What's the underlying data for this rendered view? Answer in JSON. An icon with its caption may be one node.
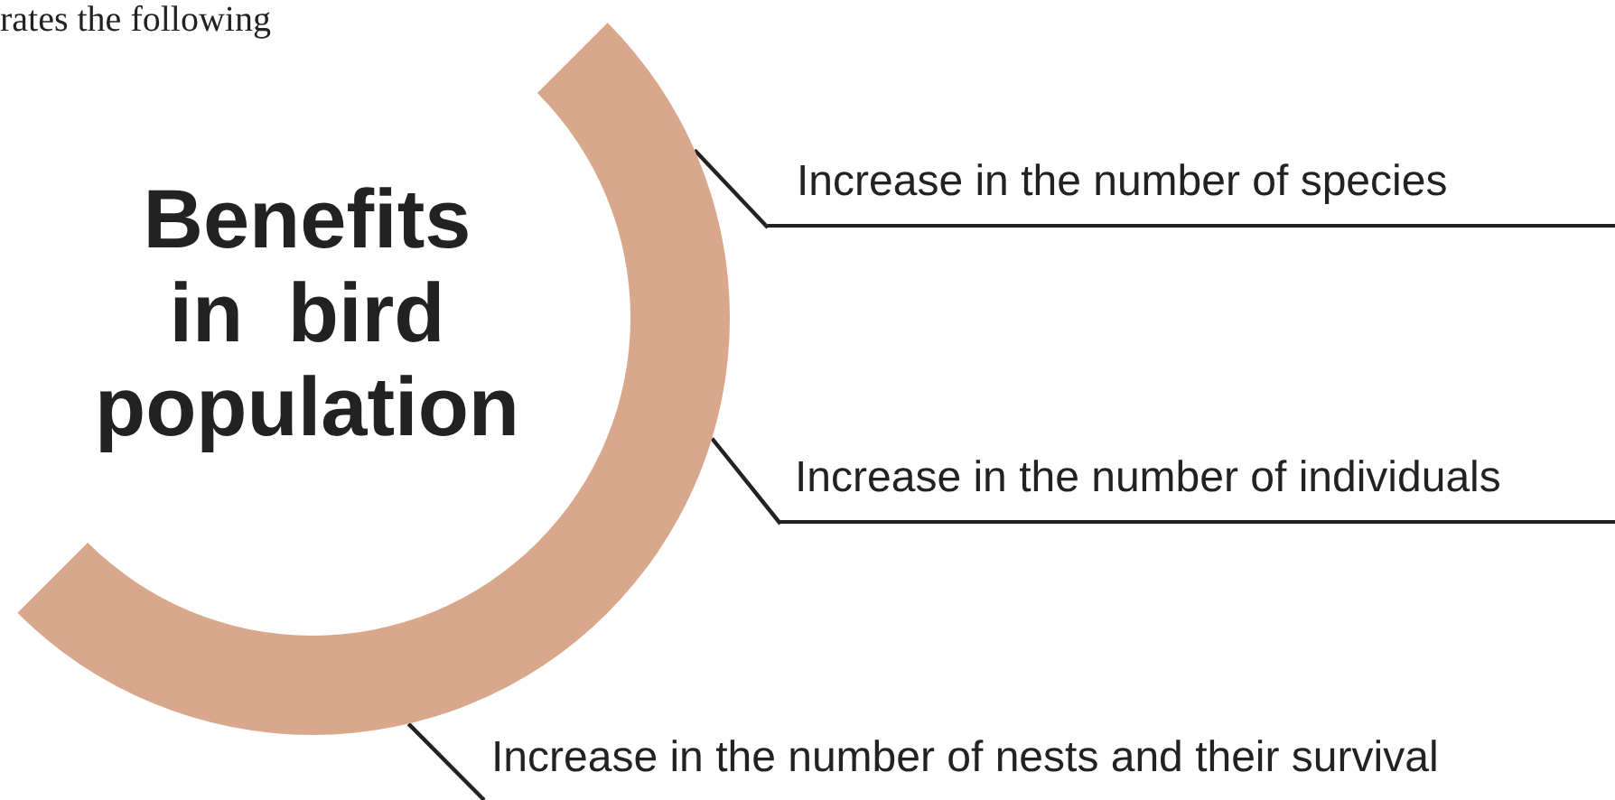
{
  "diagram": {
    "nodes": [
      {
        "text": [
          "Benefits in bird population"
        ]
      },
      {
        "text": [
          "Increase in the number of species"
        ]
      },
      {
        "text": [
          "Increase in the number of individuals"
        ]
      },
      {
        "text": [
          "Increase in the number of nests and their survival"
        ]
      }
    ],
    "edges": [
      {
        "from": 0,
        "to": 1,
        "arrow": "none"
      },
      {
        "from": 0,
        "to": 2,
        "arrow": "none"
      },
      {
        "from": 0,
        "to": 3,
        "arrow": "none"
      }
    ],
    "labels": [
      "rates the following"
    ]
  }
}
